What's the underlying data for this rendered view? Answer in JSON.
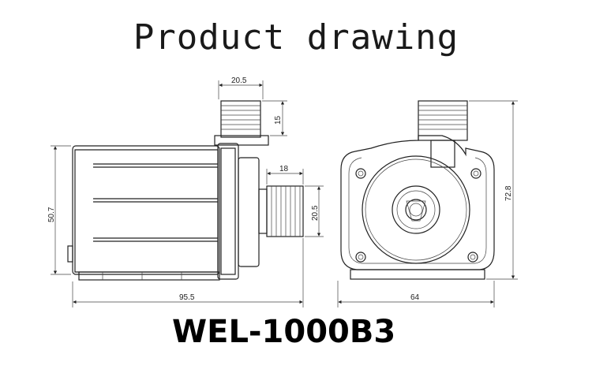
{
  "title": "Product drawing",
  "model": "WEL-1000B3",
  "dimensions": {
    "outlet_width": "20.5",
    "outlet_height": "15",
    "inlet_length": "18",
    "inlet_diameter": "20.5",
    "body_height": "50.7",
    "total_length": "95.5",
    "front_width": "64",
    "front_height": "72.8"
  }
}
